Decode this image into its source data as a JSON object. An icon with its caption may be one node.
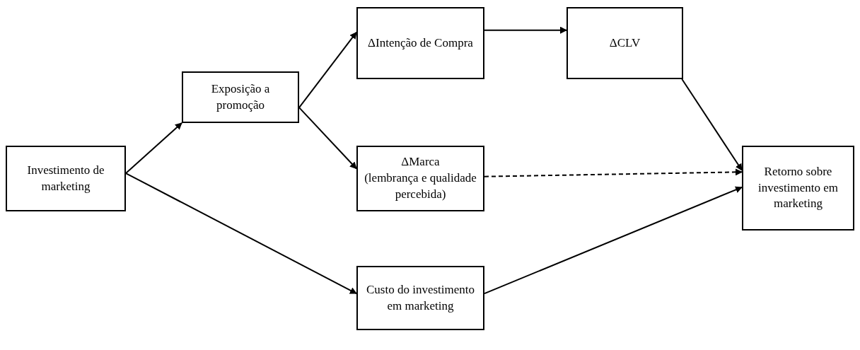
{
  "diagram": {
    "nodes": [
      {
        "text": [
          "Investimento de marketing"
        ]
      },
      {
        "text": [
          "Exposição a promoção"
        ]
      },
      {
        "text": [
          "ΔIntenção de Compra"
        ]
      },
      {
        "text": [
          "ΔCLV"
        ]
      },
      {
        "text": [
          "ΔMarca",
          "(lembrança e qualidade percebida)"
        ]
      },
      {
        "text": [
          "Retorno sobre investimento em marketing"
        ]
      },
      {
        "text": [
          "Custo do investimento em marketing"
        ]
      }
    ],
    "edges": [
      {
        "from": 0,
        "to": 1,
        "arrow": "to"
      },
      {
        "from": 1,
        "to": 2,
        "arrow": "to"
      },
      {
        "from": 1,
        "to": 4,
        "arrow": "to"
      },
      {
        "from": 2,
        "to": 3,
        "arrow": "to"
      },
      {
        "from": 3,
        "to": 5,
        "arrow": "to"
      },
      {
        "from": 4,
        "to": 5,
        "arrow": "to",
        "style": "dashed"
      },
      {
        "from": 0,
        "to": 6,
        "arrow": "to"
      },
      {
        "from": 6,
        "to": 5,
        "arrow": "to"
      }
    ]
  }
}
